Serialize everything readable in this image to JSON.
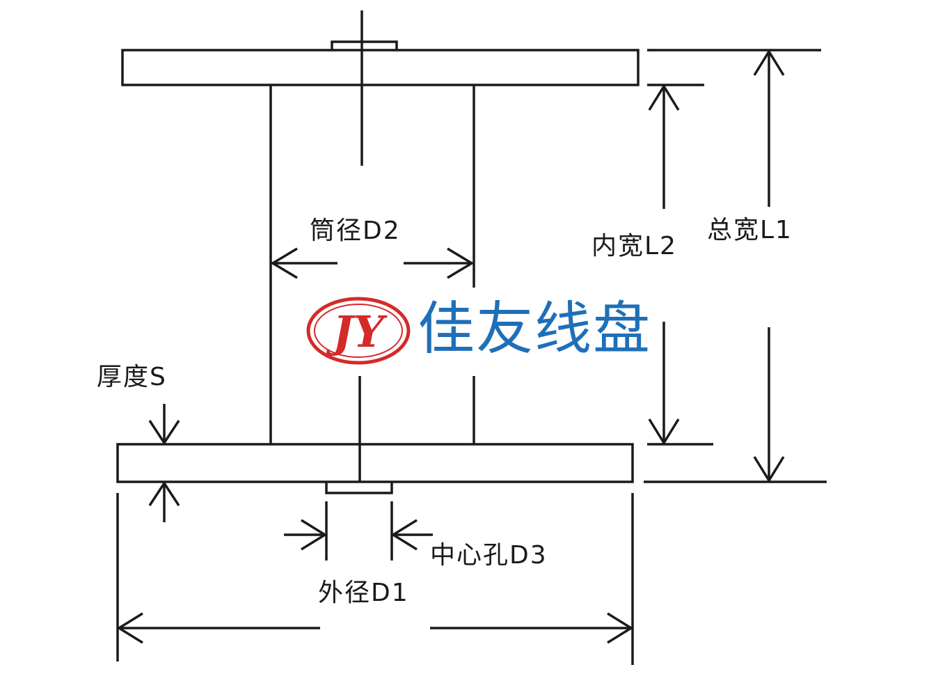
{
  "labels": {
    "tube_diameter": "筒径D2",
    "inner_width": "内宽L2",
    "total_width": "总宽L1",
    "thickness": "厚度S",
    "center_hole": "中心孔D3",
    "outer_diameter": "外径D1"
  },
  "logo": {
    "monogram": "JY",
    "company_name": "佳友线盘",
    "colors": {
      "logo_red": "#d42a2a",
      "brand_blue": "#1f6fb8"
    }
  },
  "colors": {
    "line": "#1a1a1a",
    "background": "#ffffff"
  }
}
